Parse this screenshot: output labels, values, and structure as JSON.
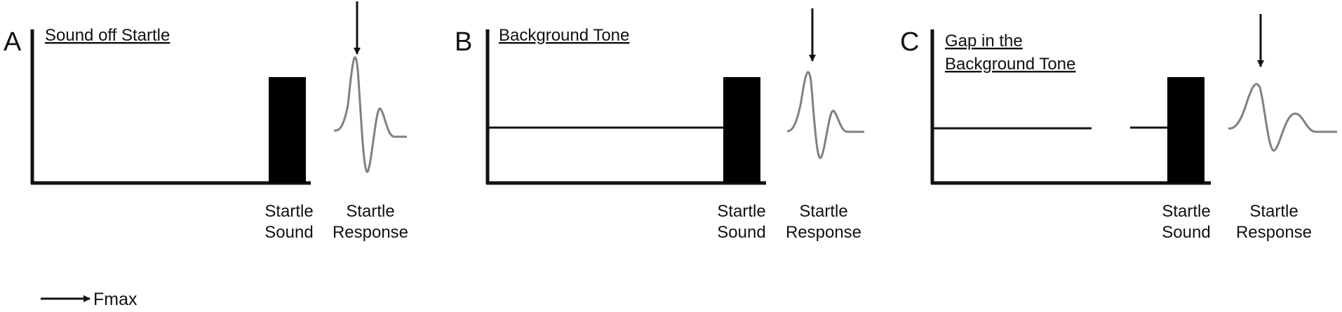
{
  "panels": [
    {
      "letter": "A",
      "title_lines": [
        "Sound off Startle"
      ],
      "background_tone": "none",
      "startle_sound_label": [
        "Startle",
        "Sound"
      ],
      "startle_response_label": [
        "Startle",
        "Response"
      ]
    },
    {
      "letter": "B",
      "title_lines": [
        "Background Tone"
      ],
      "background_tone": "continuous",
      "startle_sound_label": [
        "Startle",
        "Sound"
      ],
      "startle_response_label": [
        "Startle",
        "Response"
      ]
    },
    {
      "letter": "C",
      "title_lines": [
        "Gap in the",
        "Background Tone"
      ],
      "background_tone": "gap",
      "startle_sound_label": [
        "Startle",
        "Sound"
      ],
      "startle_response_label": [
        "Startle",
        "Response"
      ]
    }
  ],
  "legend": {
    "label": "Fmax",
    "icon": "right-arrow-icon"
  },
  "colors": {
    "axis": "#111111",
    "pulse": "#000000",
    "waveform": "#808080",
    "arrow": "#111111"
  }
}
